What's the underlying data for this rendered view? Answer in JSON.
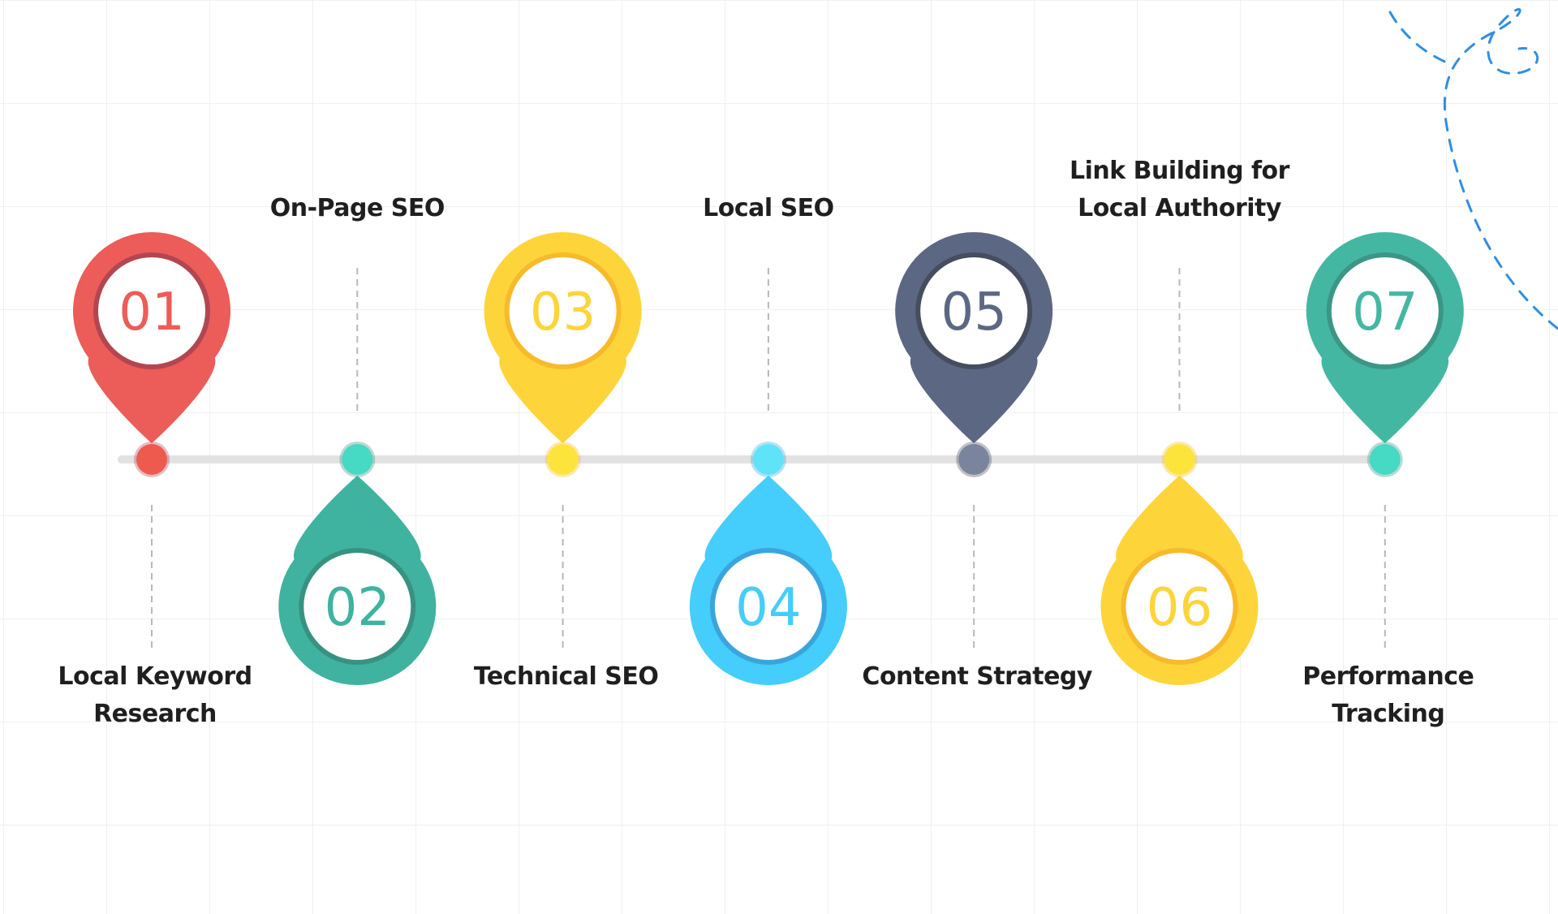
{
  "steps": [
    {
      "number": "01",
      "title_lines": [
        "Local Keyword",
        "Research"
      ],
      "color": "#ec5c58",
      "ring_color": "#b24651",
      "dot_color": "#ef5a4f",
      "position": "above"
    },
    {
      "number": "02",
      "title_lines": [
        "On-Page SEO"
      ],
      "color": "#3fb39f",
      "ring_color": "#389181",
      "dot_color": "#46d9c4",
      "position": "below"
    },
    {
      "number": "03",
      "title_lines": [
        "Technical SEO"
      ],
      "color": "#fdd43a",
      "ring_color": "#f7ba2b",
      "dot_color": "#fde43a",
      "position": "above"
    },
    {
      "number": "04",
      "title_lines": [
        "Local SEO"
      ],
      "color": "#45cdfb",
      "ring_color": "#3aa5dd",
      "dot_color": "#5fe3f9",
      "position": "below"
    },
    {
      "number": "05",
      "title_lines": [
        "Content Strategy"
      ],
      "color": "#5c6883",
      "ring_color": "#454d5f",
      "dot_color": "#7a859d",
      "position": "above"
    },
    {
      "number": "06",
      "title_lines": [
        "Link Building for",
        "Local Authority"
      ],
      "color": "#fdd43a",
      "ring_color": "#f7ba2b",
      "dot_color": "#fde43a",
      "position": "below"
    },
    {
      "number": "07",
      "title_lines": [
        "Performance",
        "Tracking"
      ],
      "color": "#44b7a2",
      "ring_color": "#3b9685",
      "dot_color": "#46d9c4",
      "position": "above"
    }
  ],
  "colors": {
    "timeline": "#e2e2e2",
    "connector": "#b8b8b8",
    "label_text": "#1f1f1f",
    "decoration": "#2f8fe0"
  },
  "decoration_icon": "dashed-loop-arrow"
}
